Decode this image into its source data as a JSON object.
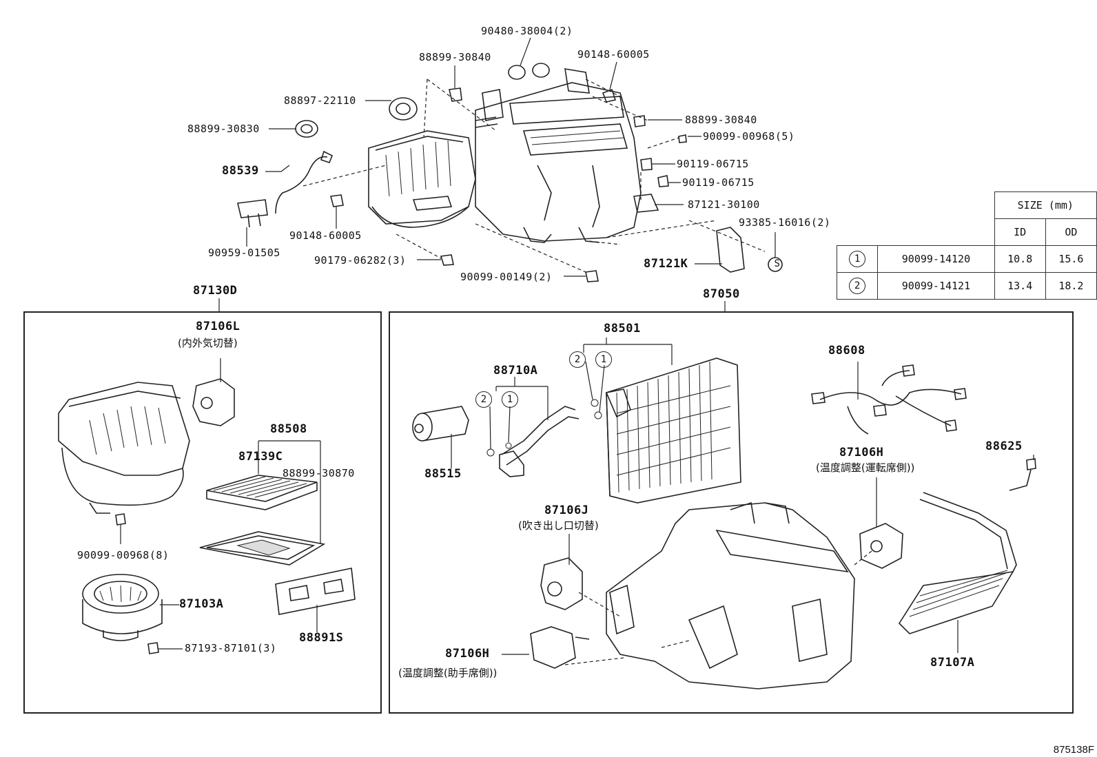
{
  "diagram_code": "875138F",
  "assemblies": {
    "left": "87130D",
    "right": "87050"
  },
  "top_labels": [
    {
      "id": "lbl-90480-38004",
      "text": "90480-38004(2)"
    },
    {
      "id": "lbl-88899-30840-a",
      "text": "88899-30840"
    },
    {
      "id": "lbl-90148-60005-a",
      "text": "90148-60005"
    },
    {
      "id": "lbl-88897-22110",
      "text": "88897-22110"
    },
    {
      "id": "lbl-88899-30840-b",
      "text": "88899-30840"
    },
    {
      "id": "lbl-88899-30830",
      "text": "88899-30830"
    },
    {
      "id": "lbl-90099-00968-5",
      "text": "90099-00968(5)"
    },
    {
      "id": "lbl-90119-06715-a",
      "text": "90119-06715"
    },
    {
      "id": "lbl-88539",
      "text": "88539"
    },
    {
      "id": "lbl-90119-06715-b",
      "text": "90119-06715"
    },
    {
      "id": "lbl-87121-30100",
      "text": "87121-30100"
    },
    {
      "id": "lbl-93385-16016",
      "text": "93385-16016(2)"
    },
    {
      "id": "lbl-90148-60005-b",
      "text": "90148-60005"
    },
    {
      "id": "lbl-90959-01505",
      "text": "90959-01505"
    },
    {
      "id": "lbl-90179-06282",
      "text": "90179-06282(3)"
    },
    {
      "id": "lbl-87121k",
      "text": "87121K"
    },
    {
      "id": "lbl-90099-00149",
      "text": "90099-00149(2)"
    }
  ],
  "left_box_labels": {
    "p87106L": "87106L",
    "p87106L_note": "(内外気切替)",
    "p88508": "88508",
    "p87139C": "87139C",
    "p88899_30870": "88899-30870",
    "p90099_00968_8": "90099-00968(8)",
    "p87103A": "87103A",
    "p88891S": "88891S",
    "p87193_87101": "87193-87101(3)"
  },
  "right_box_labels": {
    "p88501": "88501",
    "p88710A": "88710A",
    "p88608": "88608",
    "p88515": "88515",
    "p87106H_a": "87106H",
    "p87106H_a_note": "(温度調整(運転席側))",
    "p88625": "88625",
    "p87106J": "87106J",
    "p87106J_note": "(吹き出し口切替)",
    "p87106H_b": "87106H",
    "p87106H_b_note": "(温度調整(助手席側))",
    "p87107A": "87107A"
  },
  "markers": {
    "one": "1",
    "two": "2",
    "s": "S"
  },
  "size_table": {
    "header": "SIZE (mm)",
    "col_id": "ID",
    "col_od": "OD",
    "rows": [
      {
        "mark": "1",
        "part": "90099-14120",
        "id": "10.8",
        "od": "15.6"
      },
      {
        "mark": "2",
        "part": "90099-14121",
        "id": "13.4",
        "od": "18.2"
      }
    ]
  }
}
